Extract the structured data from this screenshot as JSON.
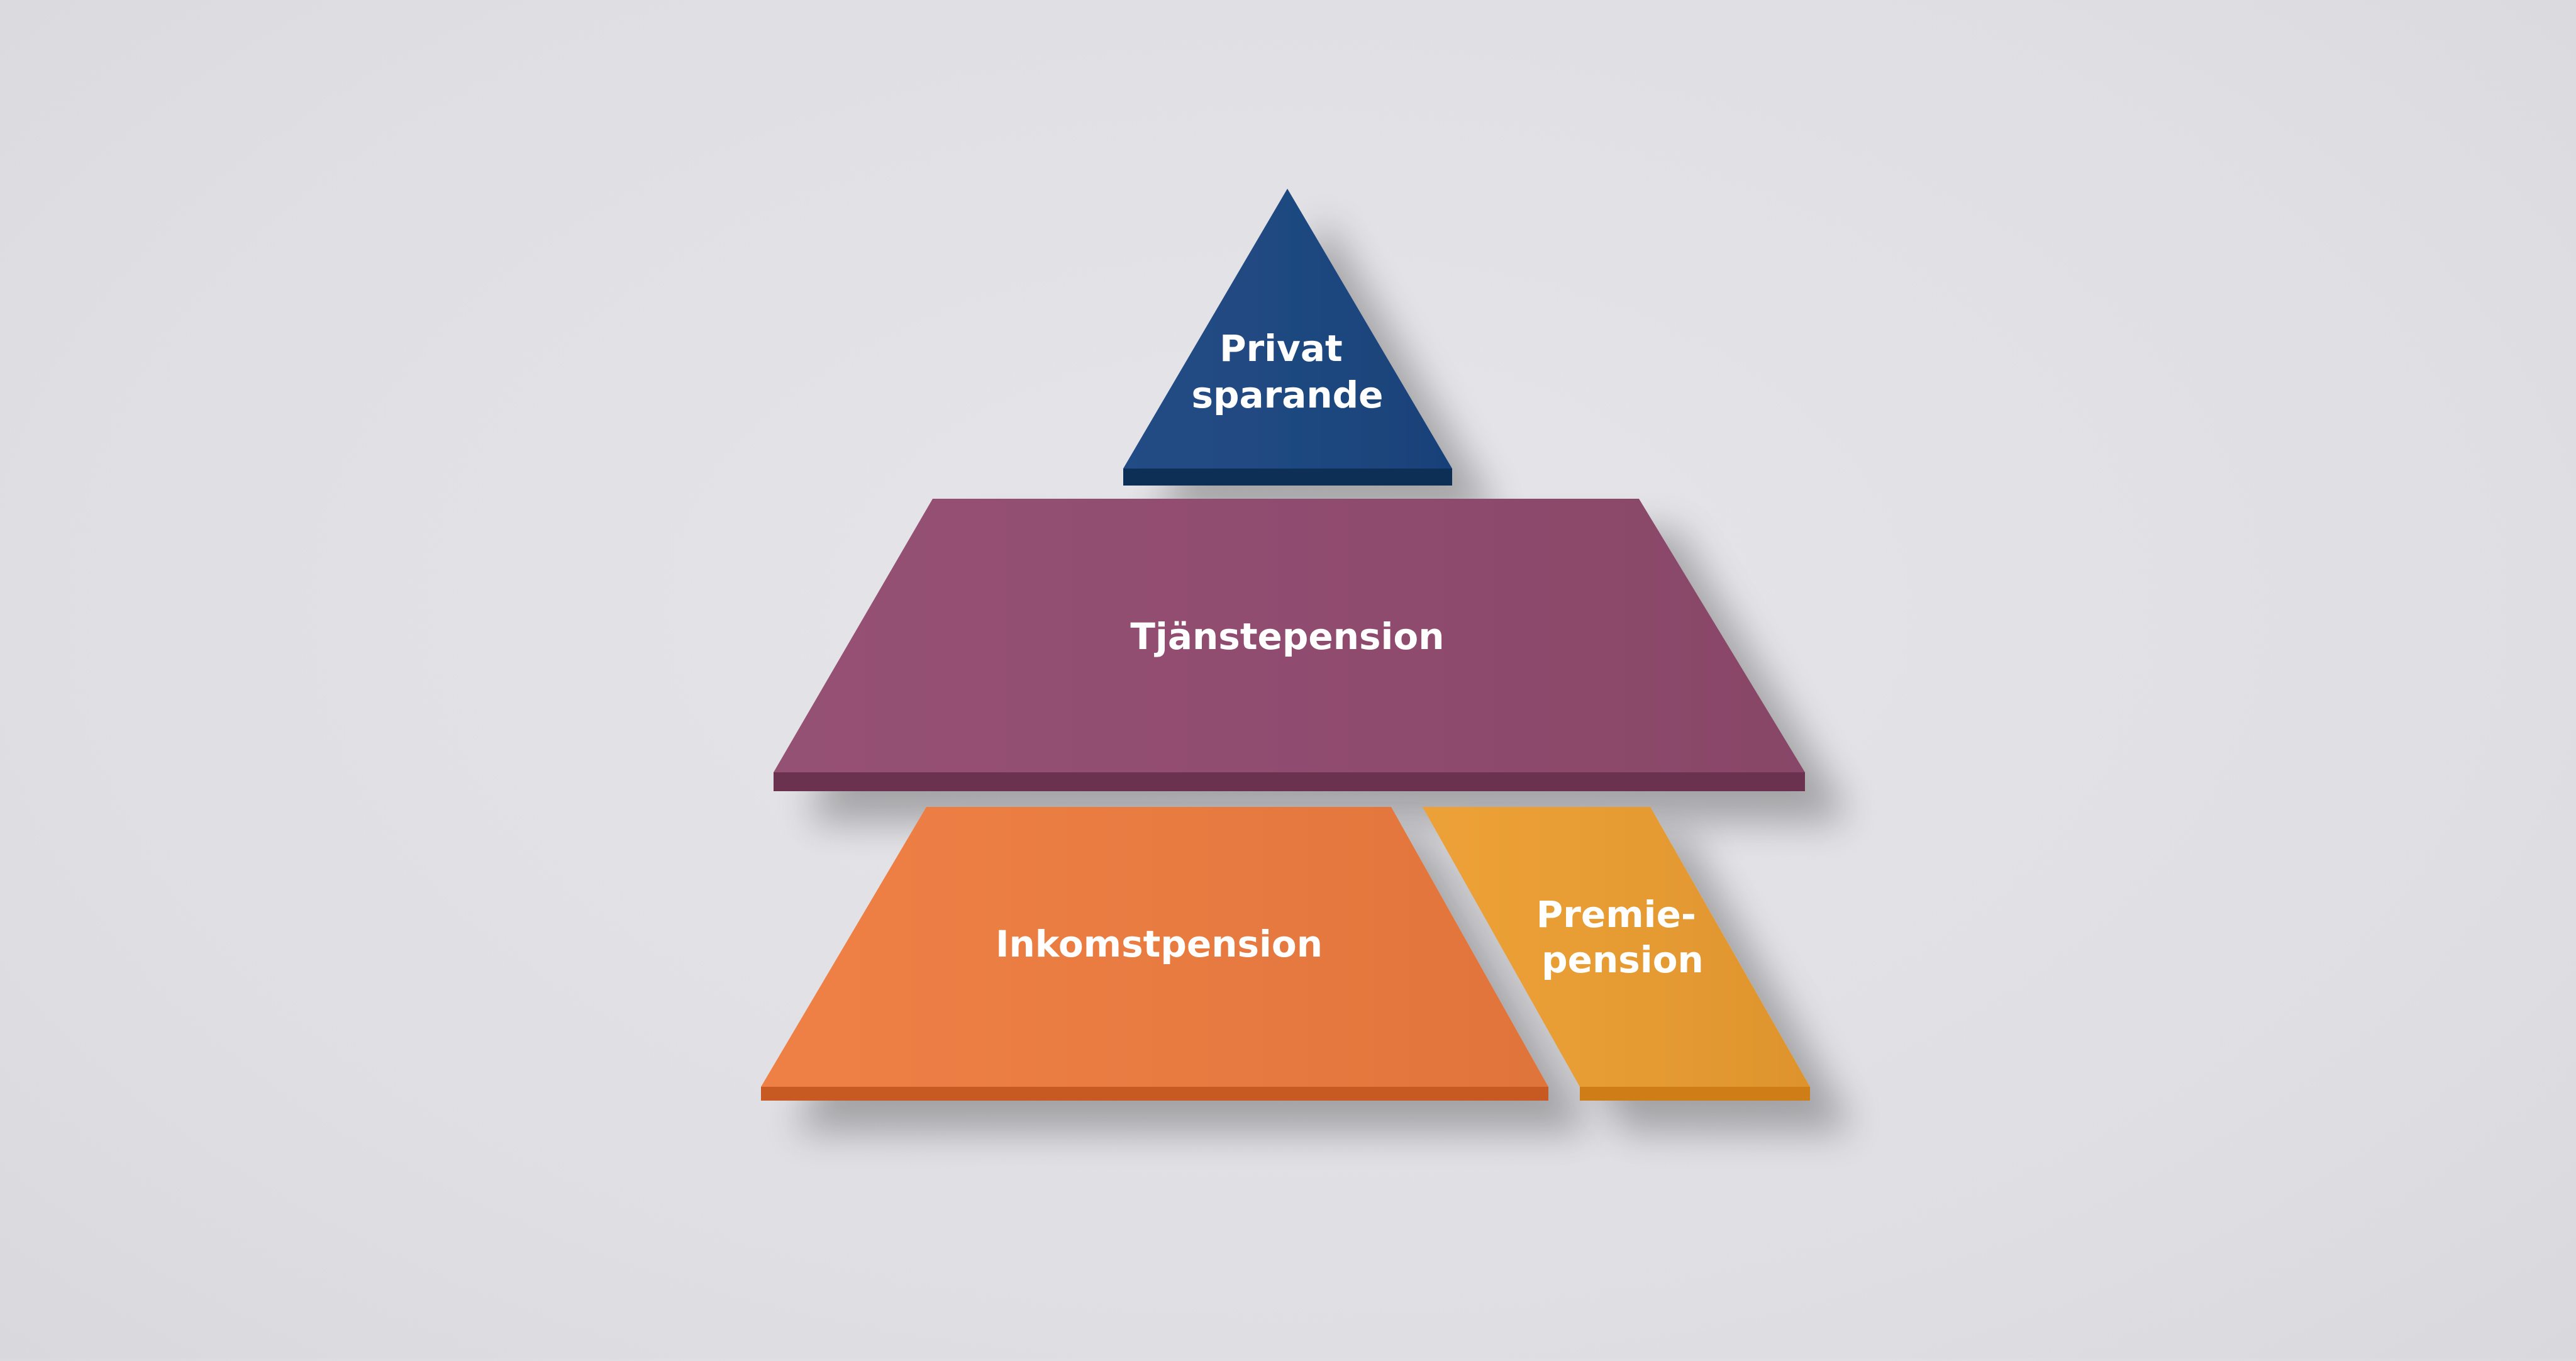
{
  "pyramid": {
    "private_savings": {
      "lines": [
        "Privat",
        "sparande"
      ],
      "color": "#1a4580"
    },
    "occupational_pension": {
      "label": "Tjänstepension",
      "color": "#914a6e"
    },
    "income_pension": {
      "label": "Inkomstpension",
      "color": "#ee7b3e"
    },
    "premium_pension": {
      "lines": [
        "Premie-",
        "pension"
      ],
      "color": "#ec9d2f"
    }
  }
}
